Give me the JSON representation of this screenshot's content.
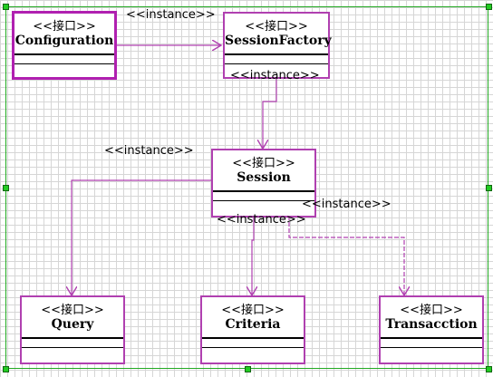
{
  "diagram": {
    "classes": {
      "configuration": {
        "stereotype": "<<接口>>",
        "name": "Configuration"
      },
      "session_factory": {
        "stereotype": "<<接口>>",
        "name": "SessionFactory"
      },
      "session": {
        "stereotype": "<<接口>>",
        "name": "Session"
      },
      "query": {
        "stereotype": "<<接口>>",
        "name": "Query"
      },
      "criteria": {
        "stereotype": "<<接口>>",
        "name": "Criteria"
      },
      "transaction": {
        "stereotype": "<<接口>>",
        "name": "Transacction"
      }
    },
    "edge_labels": {
      "config_to_factory": "<<instance>>",
      "factory_to_session": "<<instance>>",
      "session_to_query": "<<instance>>",
      "session_to_criteria": "<<instance>>",
      "session_to_transaction": "<<instance>>"
    },
    "colors": {
      "edge": "#b040b0",
      "class_border": "#b040b0",
      "grid": "#d6d6d6",
      "selection_handle": "#22cc22"
    }
  }
}
